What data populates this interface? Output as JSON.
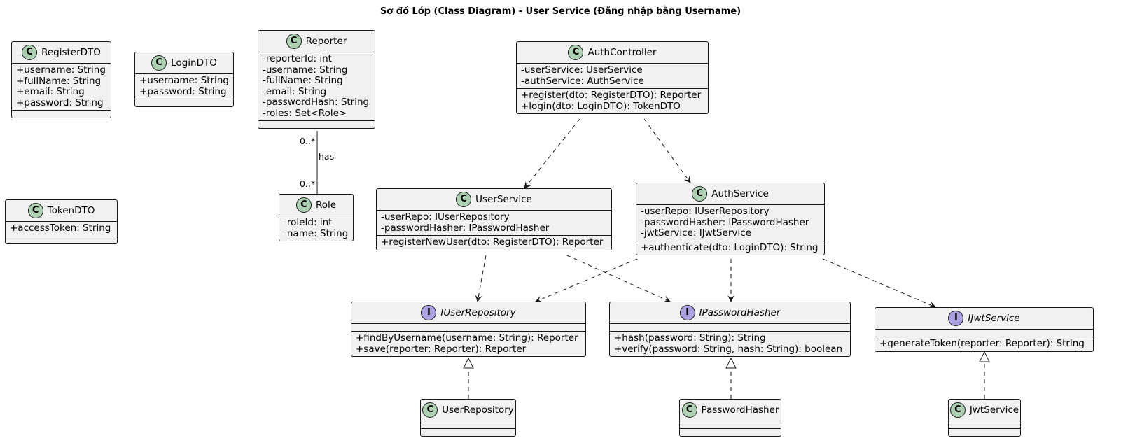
{
  "title": "Sơ đồ Lớp (Class Diagram) - User Service (Đăng nhập bằng Username)",
  "classes": {
    "register_dto": {
      "kind": "C",
      "name": "RegisterDTO",
      "fields": [
        "+username: String",
        "+fullName: String",
        "+email: String",
        "+password: String"
      ],
      "methods": []
    },
    "login_dto": {
      "kind": "C",
      "name": "LoginDTO",
      "fields": [
        "+username: String",
        "+password: String"
      ],
      "methods": []
    },
    "token_dto": {
      "kind": "C",
      "name": "TokenDTO",
      "fields": [
        "+accessToken: String"
      ],
      "methods": []
    },
    "reporter": {
      "kind": "C",
      "name": "Reporter",
      "fields": [
        "-reporterId: int",
        "-username: String",
        "-fullName: String",
        "-email: String",
        "-passwordHash: String",
        "-roles: Set<Role>"
      ],
      "methods": []
    },
    "role": {
      "kind": "C",
      "name": "Role",
      "fields": [
        "-roleId: int",
        "-name: String"
      ],
      "methods": null
    },
    "auth_controller": {
      "kind": "C",
      "name": "AuthController",
      "fields": [
        "-userService: UserService",
        "-authService: AuthService"
      ],
      "methods": [
        "+register(dto: RegisterDTO): Reporter",
        "+login(dto: LoginDTO): TokenDTO"
      ]
    },
    "user_service": {
      "kind": "C",
      "name": "UserService",
      "fields": [
        "-userRepo: IUserRepository",
        "-passwordHasher: IPasswordHasher"
      ],
      "methods": [
        "+registerNewUser(dto: RegisterDTO): Reporter"
      ]
    },
    "auth_service": {
      "kind": "C",
      "name": "AuthService",
      "fields": [
        "-userRepo: IUserRepository",
        "-passwordHasher: IPasswordHasher",
        "-jwtService: IJwtService"
      ],
      "methods": [
        "+authenticate(dto: LoginDTO): String"
      ]
    },
    "i_user_repository": {
      "kind": "I",
      "name": "IUserRepository",
      "fields": [],
      "methods": [
        "+findByUsername(username: String): Reporter",
        "+save(reporter: Reporter): Reporter"
      ]
    },
    "i_password_hasher": {
      "kind": "I",
      "name": "IPasswordHasher",
      "fields": [],
      "methods": [
        "+hash(password: String): String",
        "+verify(password: String, hash: String): boolean"
      ]
    },
    "i_jwt_service": {
      "kind": "I",
      "name": "IJwtService",
      "fields": [],
      "methods": [
        "+generateToken(reporter: Reporter): String"
      ]
    },
    "user_repository": {
      "kind": "C",
      "name": "UserRepository",
      "fields": [],
      "methods": []
    },
    "password_hasher": {
      "kind": "C",
      "name": "PasswordHasher",
      "fields": [],
      "methods": []
    },
    "jwt_service": {
      "kind": "C",
      "name": "JwtService",
      "fields": [],
      "methods": []
    }
  },
  "association": {
    "label": "has",
    "reporter_multiplicity": "0..*",
    "role_multiplicity": "0..*"
  }
}
